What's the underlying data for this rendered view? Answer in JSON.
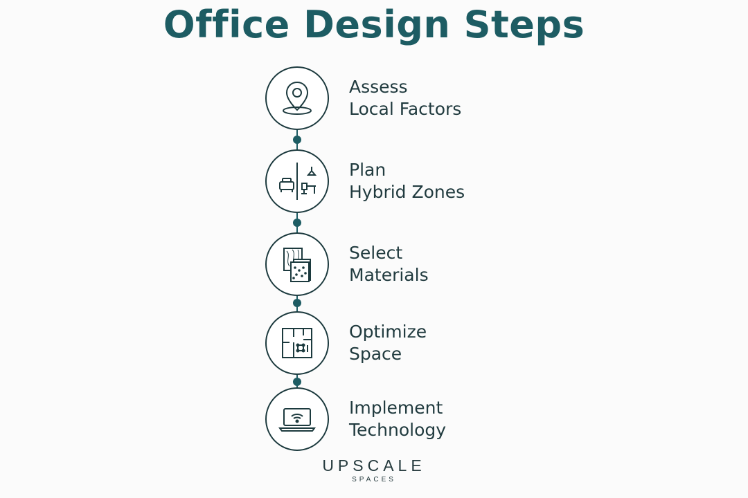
{
  "title": "Office Design Steps",
  "colors": {
    "accent": "#1d5c63",
    "text": "#213b3f",
    "background": "#fbfbfb"
  },
  "steps": [
    {
      "line1": "Assess",
      "line2": "Local Factors",
      "icon": "location-pin-icon"
    },
    {
      "line1": "Plan",
      "line2": "Hybrid Zones",
      "icon": "hybrid-zones-icon"
    },
    {
      "line1": "Select",
      "line2": "Materials",
      "icon": "material-swatches-icon"
    },
    {
      "line1": "Optimize",
      "line2": "Space",
      "icon": "floor-plan-icon"
    },
    {
      "line1": "Implement",
      "line2": "Technology",
      "icon": "laptop-wifi-icon"
    }
  ],
  "logo": {
    "name": "UPSCALE",
    "tagline": "SPACES"
  }
}
